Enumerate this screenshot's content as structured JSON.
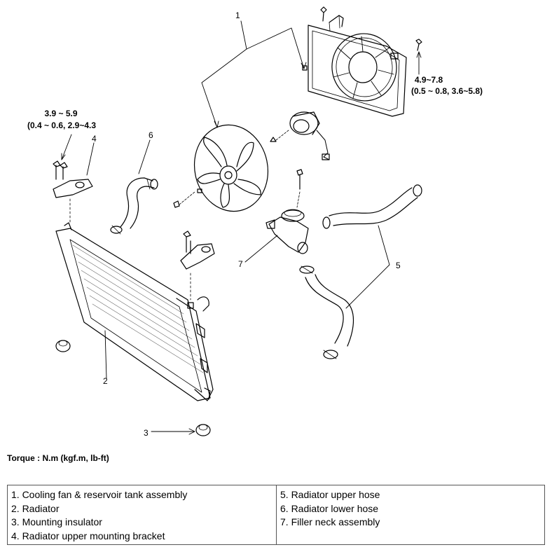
{
  "callouts": {
    "c1": "1",
    "c2": "2",
    "c3": "3",
    "c4": "4",
    "c5": "5",
    "c6": "6",
    "c7": "7"
  },
  "torque_specs": {
    "fan_shroud_line1": "4.9~7.8",
    "fan_shroud_line2": "(0.5 ~ 0.8, 3.6~5.8)",
    "bracket_line1": "3.9 ~ 5.9",
    "bracket_line2": "(0.4 ~ 0.6, 2.9~4.3"
  },
  "torque_note": "Torque : N.m (kgf.m, lb-ft)",
  "legend": {
    "left": [
      "1. Cooling fan & reservoir tank assembly",
      "2. Radiator",
      "3. Mounting insulator",
      "4. Radiator upper mounting bracket"
    ],
    "right": [
      "5. Radiator upper hose",
      "6. Radiator lower hose",
      "7. Filler neck assembly"
    ]
  }
}
